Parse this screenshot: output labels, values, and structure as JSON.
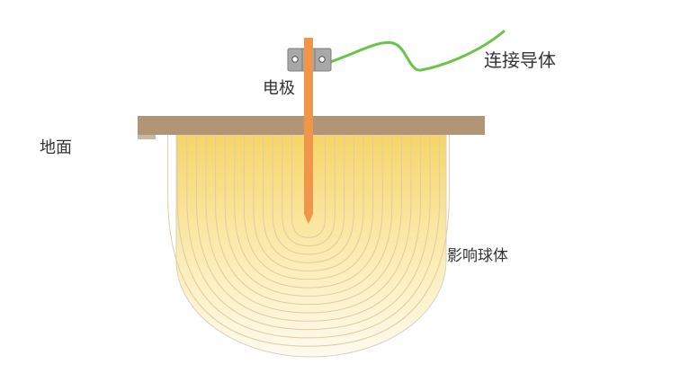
{
  "labels": {
    "ground": "地面",
    "electrode": "电极",
    "connecting_conductor": "连接导体",
    "influence_sphere": "影响球体"
  },
  "colors": {
    "ground_surface": "#b29577",
    "electrode": "#f0964a",
    "conductor_wire": "#6cc24a",
    "clamp": "#a8a8a8",
    "sphere_top": "#f6d568",
    "sphere_bottom": "#fffaf0",
    "contour_lines": "#e2cba0"
  }
}
